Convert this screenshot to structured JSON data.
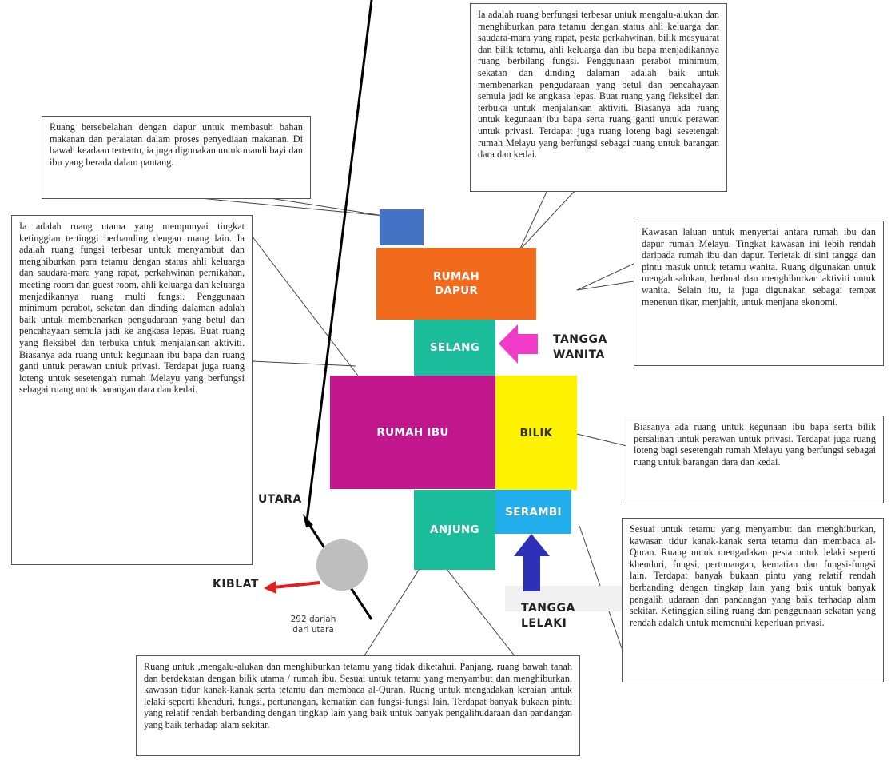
{
  "colors": {
    "blue_box": "#4472C4",
    "rumah_dapur": "#F26B1D",
    "selang": "#1ABC9C",
    "rumah_ibu": "#C2168C",
    "bilik": "#FFF200",
    "serambi": "#22AEEA",
    "anjung": "#1ABC9C",
    "arrow_wanita": "#F03CC8",
    "arrow_lelaki": "#2E30B8",
    "kiblat_arrow": "#E41E1E",
    "compass_circle": "#BEBEBE"
  },
  "rooms": {
    "rumah_dapur": "RUMAH\nDAPUR",
    "selang": "SELANG",
    "rumah_ibu": "RUMAH IBU",
    "bilik": "BILIK",
    "serambi": "SERAMBI",
    "anjung": "ANJUNG"
  },
  "labels": {
    "tangga_wanita": "TANGGA\nWANITA",
    "tangga_lelaki": "TANGGA\nLELAKI",
    "utara": "UTARA",
    "kiblat": "KIBLAT",
    "darjah": "292 darjah\ndari utara"
  },
  "callouts": {
    "top_right": "Ia adalah ruang berfungsi terbesar untuk mengalu-alukan dan menghiburkan para tetamu dengan status ahli keluarga dan saudara-mara yang rapat, pesta perkahwinan, bilik mesyuarat dan bilik tetamu, ahli keluarga dan ibu bapa menjadikannya ruang berbilang fungsi. Penggunaan perabot minimum, sekatan dan dinding dalaman adalah baik untuk membenarkan pengudaraan yang betul dan pencahayaan semula jadi ke angkasa lepas. Buat ruang yang fleksibel dan terbuka untuk menjalankan aktiviti. Biasanya ada ruang untuk kegunaan ibu bapa serta ruang ganti untuk perawan untuk privasi. Terdapat juga ruang loteng bagi sesetengah rumah Melayu yang berfungsi sebagai ruang untuk barangan dara dan kedai.",
    "top_left": "Ruang bersebelahan dengan dapur untuk membasuh bahan makanan dan peralatan dalam proses penyediaan makanan. Di bawah keadaan tertentu, ia juga digunakan untuk mandi bayi dan ibu yang berada dalam pantang.",
    "left": "Ia adalah ruang utama yang mempunyai tingkat ketinggian tertinggi berbanding dengan ruang lain. Ia adalah ruang fungsi terbesar untuk menyambut dan menghiburkan para tetamu dengan status ahli keluarga dan saudara-mara yang rapat, perkahwinan pernikahan, meeting room dan guest room, ahli keluarga dan keluarga menjadikannya ruang multi fungsi. Penggunaan minimum perabot, sekatan dan dinding dalaman adalah baik untuk membenarkan pengudaraan yang betul dan pencahayaan semula jadi ke angkasa lepas. Buat ruang yang fleksibel dan terbuka untuk menjalankan aktiviti. Biasanya ada ruang untuk kegunaan ibu bapa dan ruang ganti untuk perawan untuk privasi. Terdapat juga ruang loteng untuk sesetengah rumah Melayu yang berfungsi sebagai ruang untuk barangan dara dan kedai.",
    "right_selang": "Kawasan laluan untuk menyertai antara rumah ibu dan dapur rumah Melayu. Tingkat kawasan ini lebih rendah daripada rumah ibu dan dapur. Terletak di sini tangga dan pintu masuk untuk tetamu wanita. Ruang digunakan untuk mengalu-alukan, berbual dan menghiburkan aktiviti untuk wanita. Selain itu, ia juga digunakan sebagai tempat menenun tikar, menjahit, untuk menjana ekonomi.",
    "right_bilik": "Biasanya ada ruang untuk kegunaan ibu bapa serta bilik persalinan untuk perawan untuk privasi. Terdapat juga ruang loteng bagi sesetengah rumah Melayu yang berfungsi sebagai ruang untuk barangan dara dan kedai.",
    "right_serambi": "Sesuai untuk tetamu yang menyambut dan menghiburkan, kawasan tidur kanak-kanak serta tetamu dan membaca al-Quran. Ruang untuk mengadakan pesta untuk lelaki seperti khenduri, fungsi, pertunangan, kematian dan fungsi-fungsi lain. Terdapat banyak bukaan pintu yang relatif rendah berbanding dengan tingkap lain yang baik untuk banyak pengalih udaraan dan pandangan yang baik terhadap alam sekitar. Ketinggian siling ruang dan penggunaan sekatan yang rendah adalah untuk memenuhi keperluan privasi.",
    "bottom": "Ruang untuk ,mengalu-alukan dan menghiburkan tetamu yang tidak diketahui. Panjang, ruang bawah tanah dan berdekatan dengan bilik utama / rumah ibu. Sesuai untuk tetamu yang menyambut dan menghiburkan, kawasan tidur kanak-kanak serta tetamu dan membaca al-Quran. Ruang untuk mengadakan keraian untuk lelaki seperti khenduri, fungsi, pertunangan, kematian dan fungsi-fungsi lain. Terdapat banyak bukaan pintu yang relatif rendah berbanding dengan tingkap lain yang baik untuk banyak pengalihudaraan dan pandangan yang baik terhadap alam sekitar."
  }
}
